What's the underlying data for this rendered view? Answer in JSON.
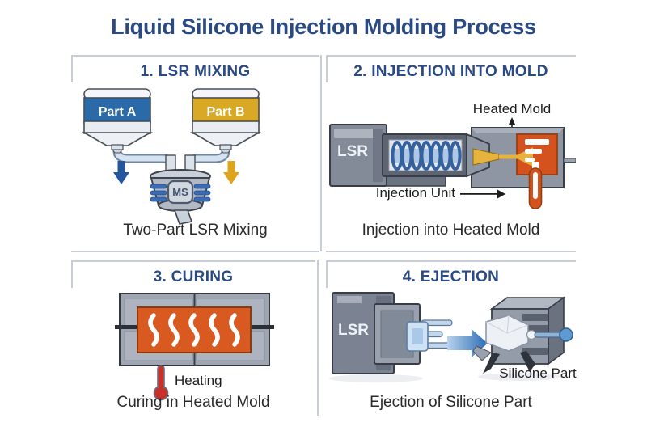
{
  "title": "Liquid Silicone Injection Molding Process",
  "panels": {
    "mixing": {
      "heading": "1. LSR MIXING",
      "caption": "Two-Part LSR Mixing",
      "container_a_label": "Part A",
      "container_b_label": "Part B",
      "mixer_badge": "MS"
    },
    "injection": {
      "heading": "2. INJECTION INTO MOLD",
      "caption": "Injection into Heated Mold",
      "machine_label": "LSR",
      "heated_mold_label": "Heated Mold",
      "injection_unit_label": "Injection Unit"
    },
    "curing": {
      "heading": "3. CURING",
      "caption": "Curing in Heated Mold",
      "heating_label": "Heating"
    },
    "ejection": {
      "heading": "4. EJECTION",
      "caption": "Ejection of Silicone Part",
      "machine_label": "LSR",
      "part_label": "Silicone Part"
    }
  },
  "colors": {
    "heading_navy": "#2a4a85",
    "border_gray": "#c8cdd7",
    "part_a_blue": "#2a6aa8",
    "part_b_gold": "#d9a824",
    "heat_orange": "#d4521d",
    "machine_gray": "#8e95a3",
    "arrow_blue": "#2a6cb4",
    "thermometer_red": "#c9302a"
  }
}
